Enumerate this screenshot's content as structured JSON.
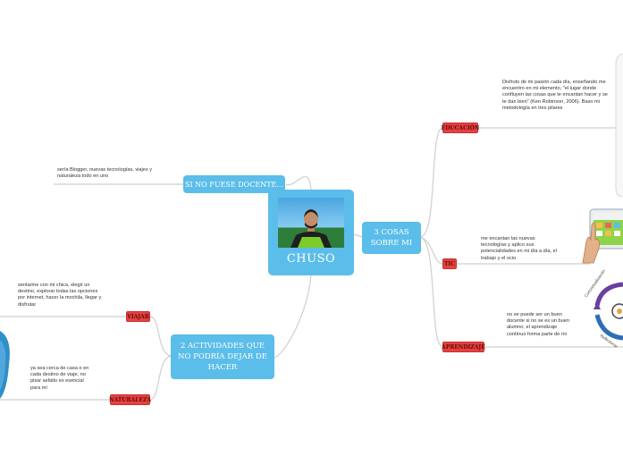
{
  "central": {
    "title": "CHUSO"
  },
  "branches": {
    "no_docente": {
      "label": "SI NO FUESE DOCENTE...",
      "note": "sería Blogger, nuevas tecnologías, viajes y naturaleza todo en uno"
    },
    "tres_cosas": {
      "label": "3 COSAS SOBRE MI"
    },
    "actividades": {
      "label": "2 ACTIVIDADES QUE NO PODRÍA DEJAR DE HACER"
    }
  },
  "subtopics": {
    "educacion": {
      "label": "EDUCACIÓN",
      "note": "Disfruto de mi pasión cada día, enseñando me encuentro en mi elemento, \"el lugar donde confluyen las cosas que te encantan hacer y se te dan bien\" (Ken Robinson, 2006). Baso mi metodología en tres pilares"
    },
    "tic": {
      "label": "TIC",
      "note": "me encantan las nuevas tecnologías y aplico sus potencialidades en mi día a día, el trabajo y el ocio"
    },
    "aprendizaje": {
      "label": "APRENDIZAJE",
      "note": "no se puede ser un buen docente si no se es un buen alumno, el aprendizaje contínuo forma parte de mi"
    },
    "viajar": {
      "label": "VIAJAR",
      "note": "sentarme con mi chica, elegir un destino, explorar todas las opciones por internet, hacer la mochila, llegar y disfrutar"
    },
    "naturaleza": {
      "label": "NATURALEZA",
      "note": "ya sea cerca de casa o en cada destino de viaje, no pisar asfalto es esencial para mí"
    }
  },
  "cycle_image": {
    "labels": [
      "Conceptualización",
      "Reflexionar"
    ]
  },
  "colors": {
    "node_blue": "#5bbde9",
    "tag_red": "#e8403f",
    "line_gray": "#cfcfcf"
  }
}
